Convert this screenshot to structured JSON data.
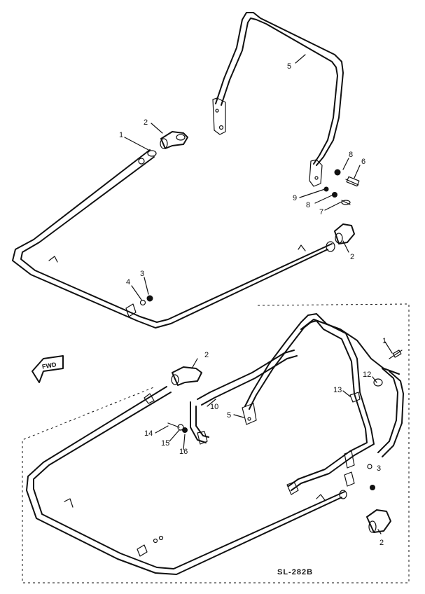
{
  "diagram": {
    "drawing_code": "SL-282B",
    "direction_marker": "FWD",
    "callouts": {
      "upper": [
        "5",
        "2",
        "1",
        "8",
        "6",
        "9",
        "8",
        "7",
        "2",
        "3",
        "4"
      ],
      "lower": [
        "2",
        "1",
        "12",
        "13",
        "10",
        "5",
        "14",
        "15",
        "16",
        "3",
        "2"
      ]
    }
  }
}
